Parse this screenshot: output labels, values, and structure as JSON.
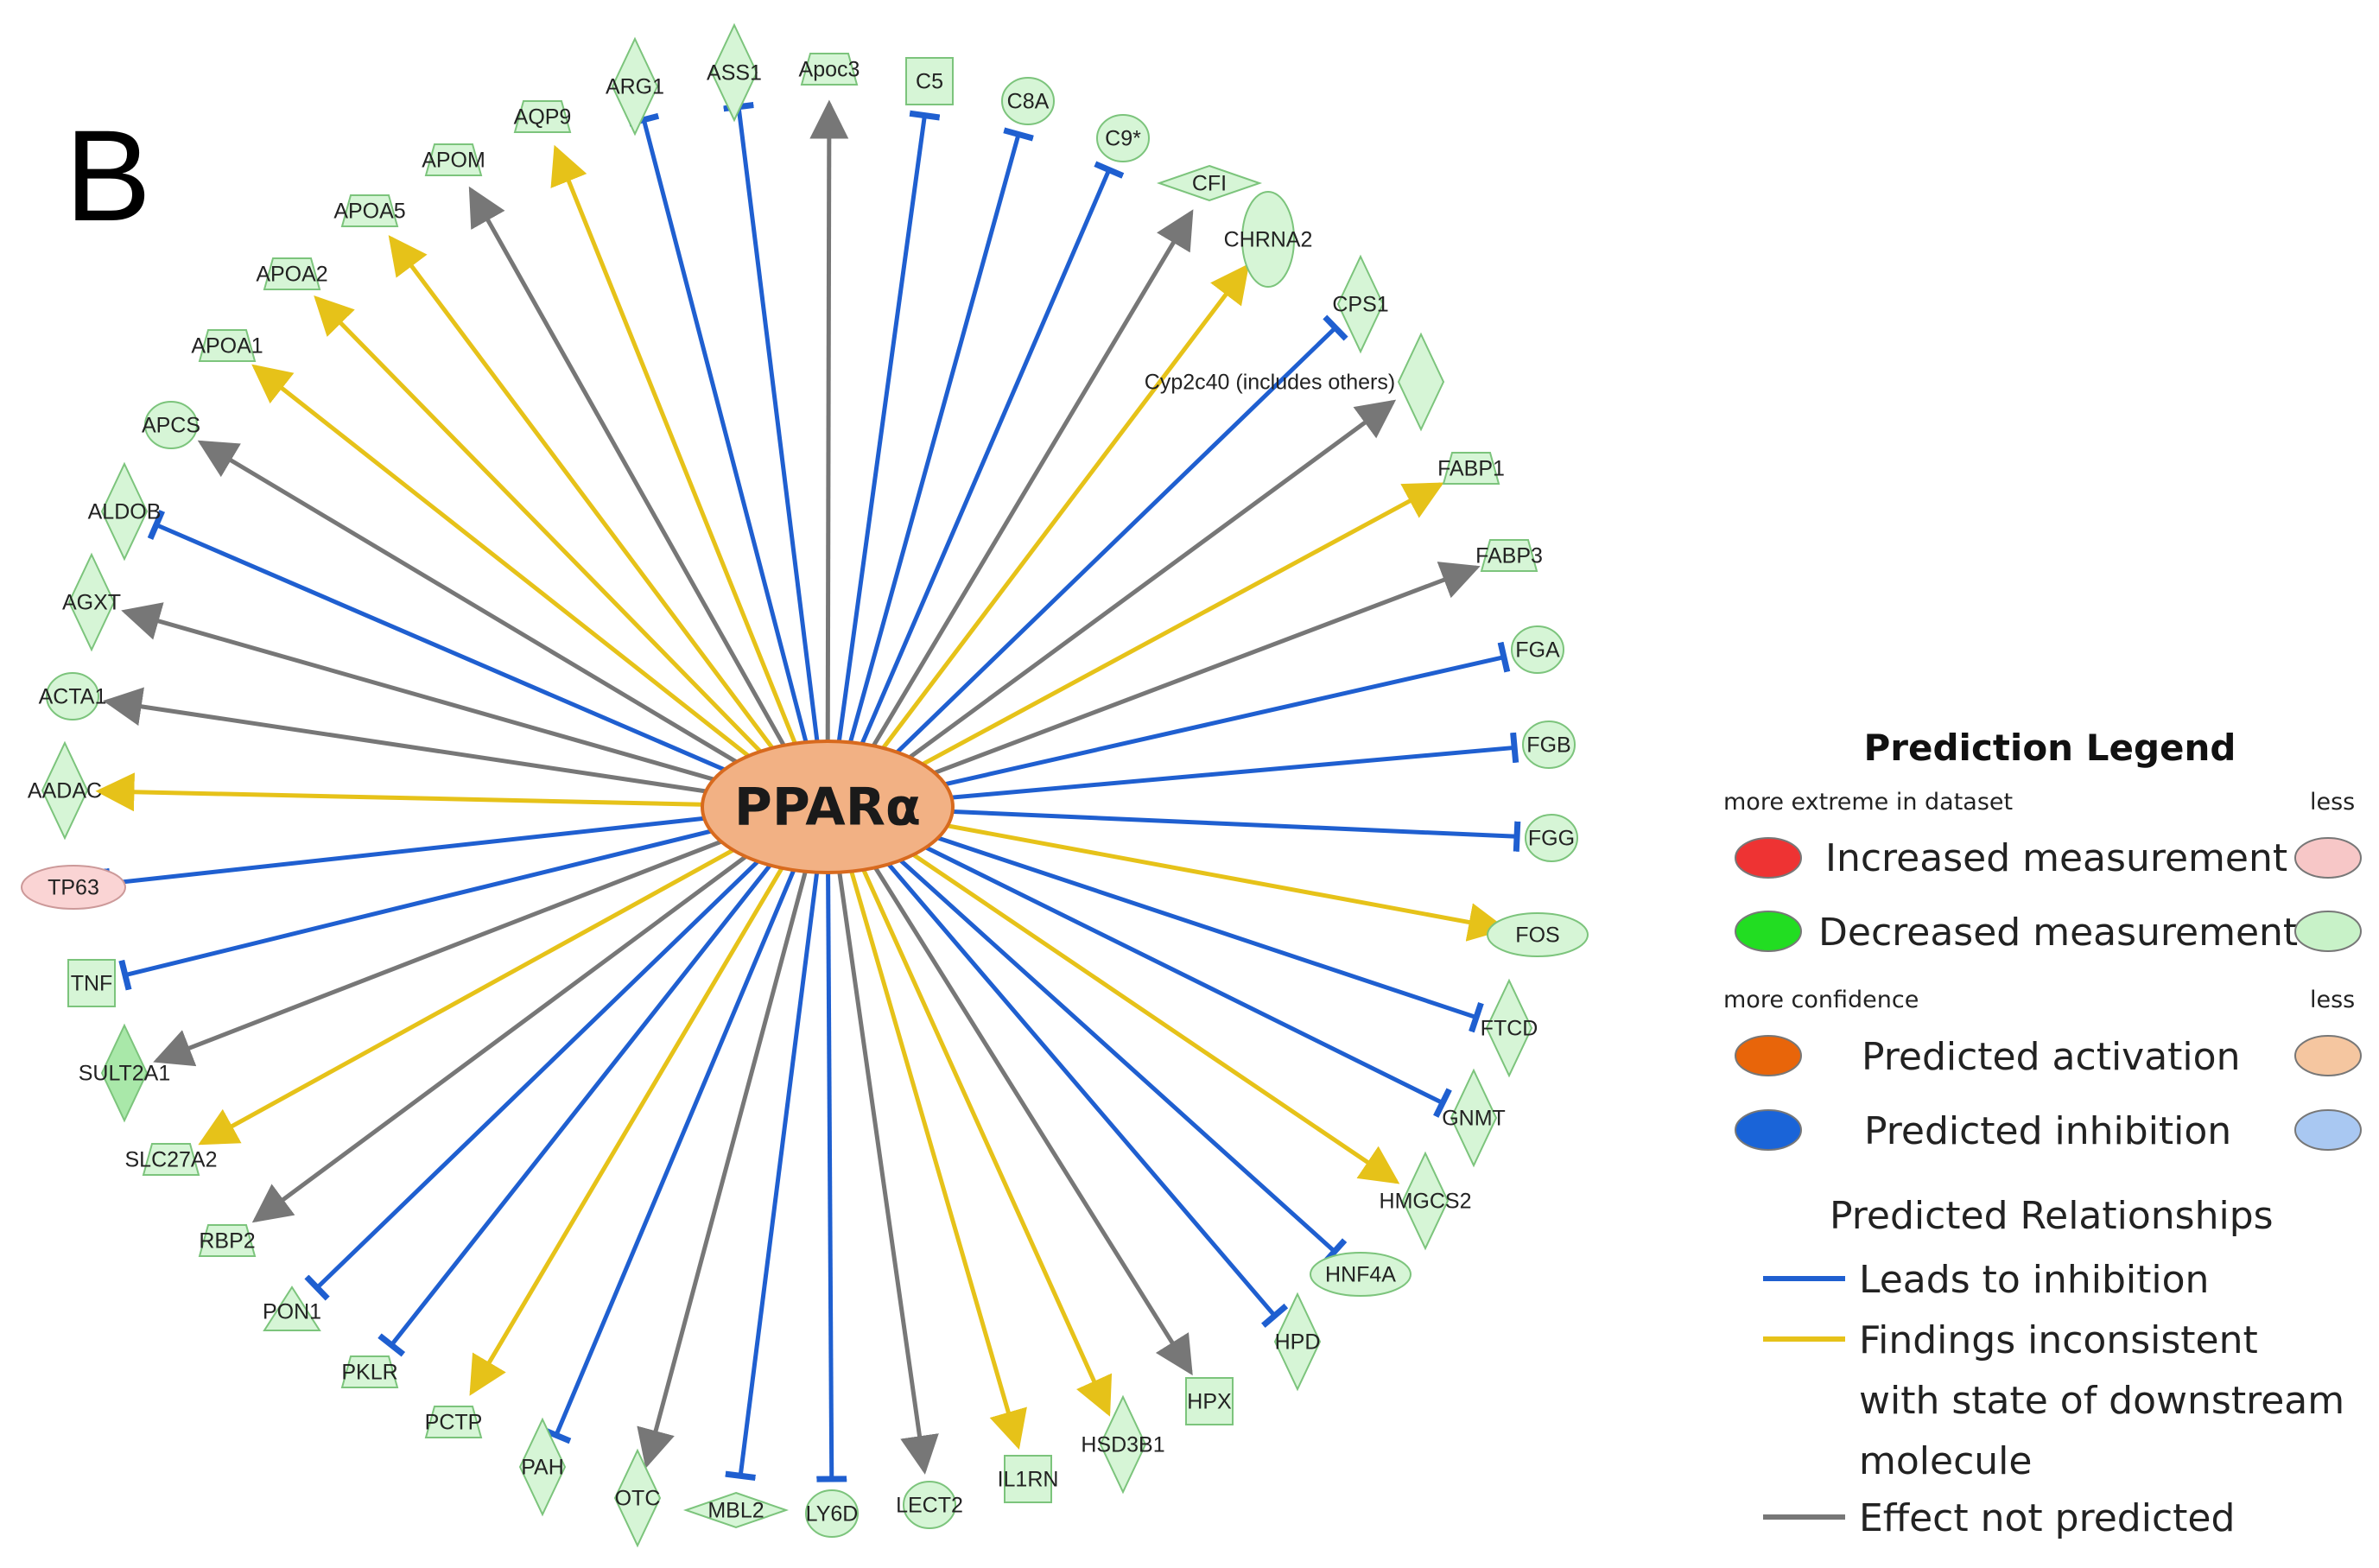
{
  "panel_label": "B",
  "hub": {
    "label": "PPARα"
  },
  "colors": {
    "inhibition": "#1f5fd0",
    "inconsistent": "#e6c219",
    "not_predicted": "#777777",
    "node_fill": "#d6f5d6",
    "node_stroke": "#7cc47c",
    "node_fill_dark": "#a9e8a9",
    "increased_light": "#fad4d4",
    "hub_fill": "#f2b184",
    "hub_stroke": "#d86a1e"
  },
  "targets": [
    {
      "label": "ARG1",
      "shape": "diamond",
      "relation": "inhibition"
    },
    {
      "label": "ASS1",
      "shape": "diamond",
      "relation": "inhibition"
    },
    {
      "label": "Apoc3",
      "shape": "trapezoid",
      "relation": "not_predicted"
    },
    {
      "label": "C5",
      "shape": "square",
      "relation": "inhibition"
    },
    {
      "label": "C8A",
      "shape": "circle",
      "relation": "inhibition"
    },
    {
      "label": "C9*",
      "shape": "circle",
      "relation": "inhibition"
    },
    {
      "label": "CFI",
      "shape": "diamond-wide",
      "relation": "not_predicted"
    },
    {
      "label": "CHRNA2",
      "shape": "ellipse-tall",
      "relation": "inconsistent"
    },
    {
      "label": "CPS1",
      "shape": "diamond",
      "relation": "inhibition"
    },
    {
      "label": "Cyp2c40 (includes others)",
      "shape": "diamond",
      "relation": "not_predicted"
    },
    {
      "label": "FABP1",
      "shape": "trapezoid",
      "relation": "inconsistent"
    },
    {
      "label": "FABP3",
      "shape": "trapezoid",
      "relation": "not_predicted"
    },
    {
      "label": "FGA",
      "shape": "circle",
      "relation": "inhibition"
    },
    {
      "label": "FGB",
      "shape": "circle",
      "relation": "inhibition"
    },
    {
      "label": "FGG",
      "shape": "circle",
      "relation": "inhibition"
    },
    {
      "label": "FOS",
      "shape": "ellipse",
      "relation": "inconsistent"
    },
    {
      "label": "FTCD",
      "shape": "diamond",
      "relation": "inhibition"
    },
    {
      "label": "GNMT",
      "shape": "diamond",
      "relation": "inhibition"
    },
    {
      "label": "HMGCS2",
      "shape": "diamond",
      "relation": "inconsistent"
    },
    {
      "label": "HNF4A",
      "shape": "ellipse",
      "relation": "inhibition"
    },
    {
      "label": "HPD",
      "shape": "diamond",
      "relation": "inhibition"
    },
    {
      "label": "HPX",
      "shape": "square",
      "relation": "not_predicted"
    },
    {
      "label": "HSD3B1",
      "shape": "diamond",
      "relation": "inconsistent"
    },
    {
      "label": "IL1RN",
      "shape": "square",
      "relation": "inconsistent"
    },
    {
      "label": "LECT2",
      "shape": "circle",
      "relation": "not_predicted"
    },
    {
      "label": "LY6D",
      "shape": "circle",
      "relation": "inhibition"
    },
    {
      "label": "MBL2",
      "shape": "diamond-wide",
      "relation": "inhibition"
    },
    {
      "label": "OTC",
      "shape": "diamond",
      "relation": "not_predicted"
    },
    {
      "label": "PAH",
      "shape": "diamond",
      "relation": "inhibition"
    },
    {
      "label": "PCTP",
      "shape": "trapezoid",
      "relation": "inconsistent"
    },
    {
      "label": "PKLR",
      "shape": "trapezoid",
      "relation": "inhibition"
    },
    {
      "label": "PON1",
      "shape": "triangle",
      "relation": "inhibition"
    },
    {
      "label": "RBP2",
      "shape": "trapezoid",
      "relation": "not_predicted"
    },
    {
      "label": "SLC27A2",
      "shape": "trapezoid",
      "relation": "inconsistent"
    },
    {
      "label": "SULT2A1",
      "shape": "diamond-dark",
      "relation": "not_predicted"
    },
    {
      "label": "TNF",
      "shape": "square",
      "relation": "inhibition"
    },
    {
      "label": "TP63",
      "shape": "ellipse-red",
      "relation": "inhibition"
    },
    {
      "label": "AADAC",
      "shape": "diamond",
      "relation": "inconsistent"
    },
    {
      "label": "ACTA1",
      "shape": "circle",
      "relation": "not_predicted"
    },
    {
      "label": "AGXT",
      "shape": "diamond",
      "relation": "not_predicted"
    },
    {
      "label": "ALDOB",
      "shape": "diamond",
      "relation": "inhibition"
    },
    {
      "label": "APCS",
      "shape": "circle",
      "relation": "not_predicted"
    },
    {
      "label": "APOA1",
      "shape": "trapezoid",
      "relation": "inconsistent"
    },
    {
      "label": "APOA2",
      "shape": "trapezoid",
      "relation": "inconsistent"
    },
    {
      "label": "APOA5",
      "shape": "trapezoid",
      "relation": "inconsistent"
    },
    {
      "label": "APOM",
      "shape": "trapezoid",
      "relation": "not_predicted"
    },
    {
      "label": "AQP9",
      "shape": "trapezoid",
      "relation": "inconsistent"
    }
  ],
  "legend": {
    "title": "Prediction Legend",
    "more_extreme": "more extreme in dataset",
    "less1": "less",
    "increased": "Increased measurement",
    "decreased": "Decreased measurement",
    "more_confidence": "more confidence",
    "less2": "less",
    "activation": "Predicted activation",
    "inhibition": "Predicted inhibition",
    "relationships_title": "Predicted Relationships",
    "rel_inhibition": "Leads to inhibition",
    "rel_inconsistent_1": "Findings inconsistent",
    "rel_inconsistent_2": "with state of downstream",
    "rel_inconsistent_3": "molecule",
    "rel_not_predicted": "Effect not predicted",
    "swatches": {
      "increased_strong": "#ee3333",
      "increased_light": "#f7c7c7",
      "decreased_strong": "#22dd22",
      "decreased_light": "#c8f2c8",
      "activation_strong": "#e8650a",
      "activation_light": "#f5c6a0",
      "inhibition_strong": "#1a64d8",
      "inhibition_light": "#a9c8f2"
    }
  }
}
